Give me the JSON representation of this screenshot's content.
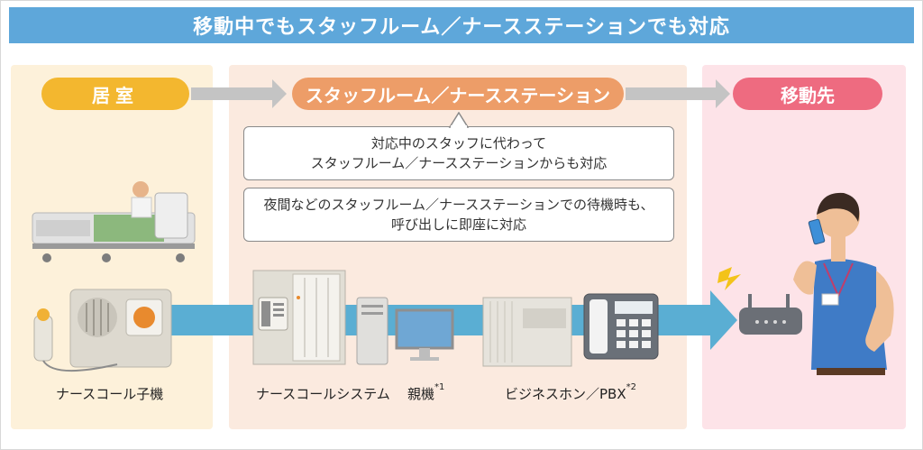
{
  "header": {
    "title": "移動中でもスタッフルーム／ナースステーションでも対応"
  },
  "stages": [
    {
      "label": "居室",
      "color": "#f3b72f"
    },
    {
      "label": "スタッフルーム／ナースステーション",
      "color": "#ed9d68"
    },
    {
      "label": "移動先",
      "color": "#ee6b80"
    }
  ],
  "notes": [
    {
      "line1": "対応中のスタッフに代わって",
      "line2": "スタッフルーム／ナースステーションからも対応"
    },
    {
      "line1": "夜間などのスタッフルーム／ナースステーションでの待機時も、",
      "line2": "呼び出しに即座に対応"
    }
  ],
  "devices": {
    "handset": "ナースコール子機",
    "system": "ナースコールシステム",
    "parent": "親機",
    "parent_note": "*1",
    "pbx": "ビジネスホン／PBX",
    "pbx_note": "*2"
  },
  "colors": {
    "header": "#5ea7da",
    "flow": "#5aaed3"
  }
}
